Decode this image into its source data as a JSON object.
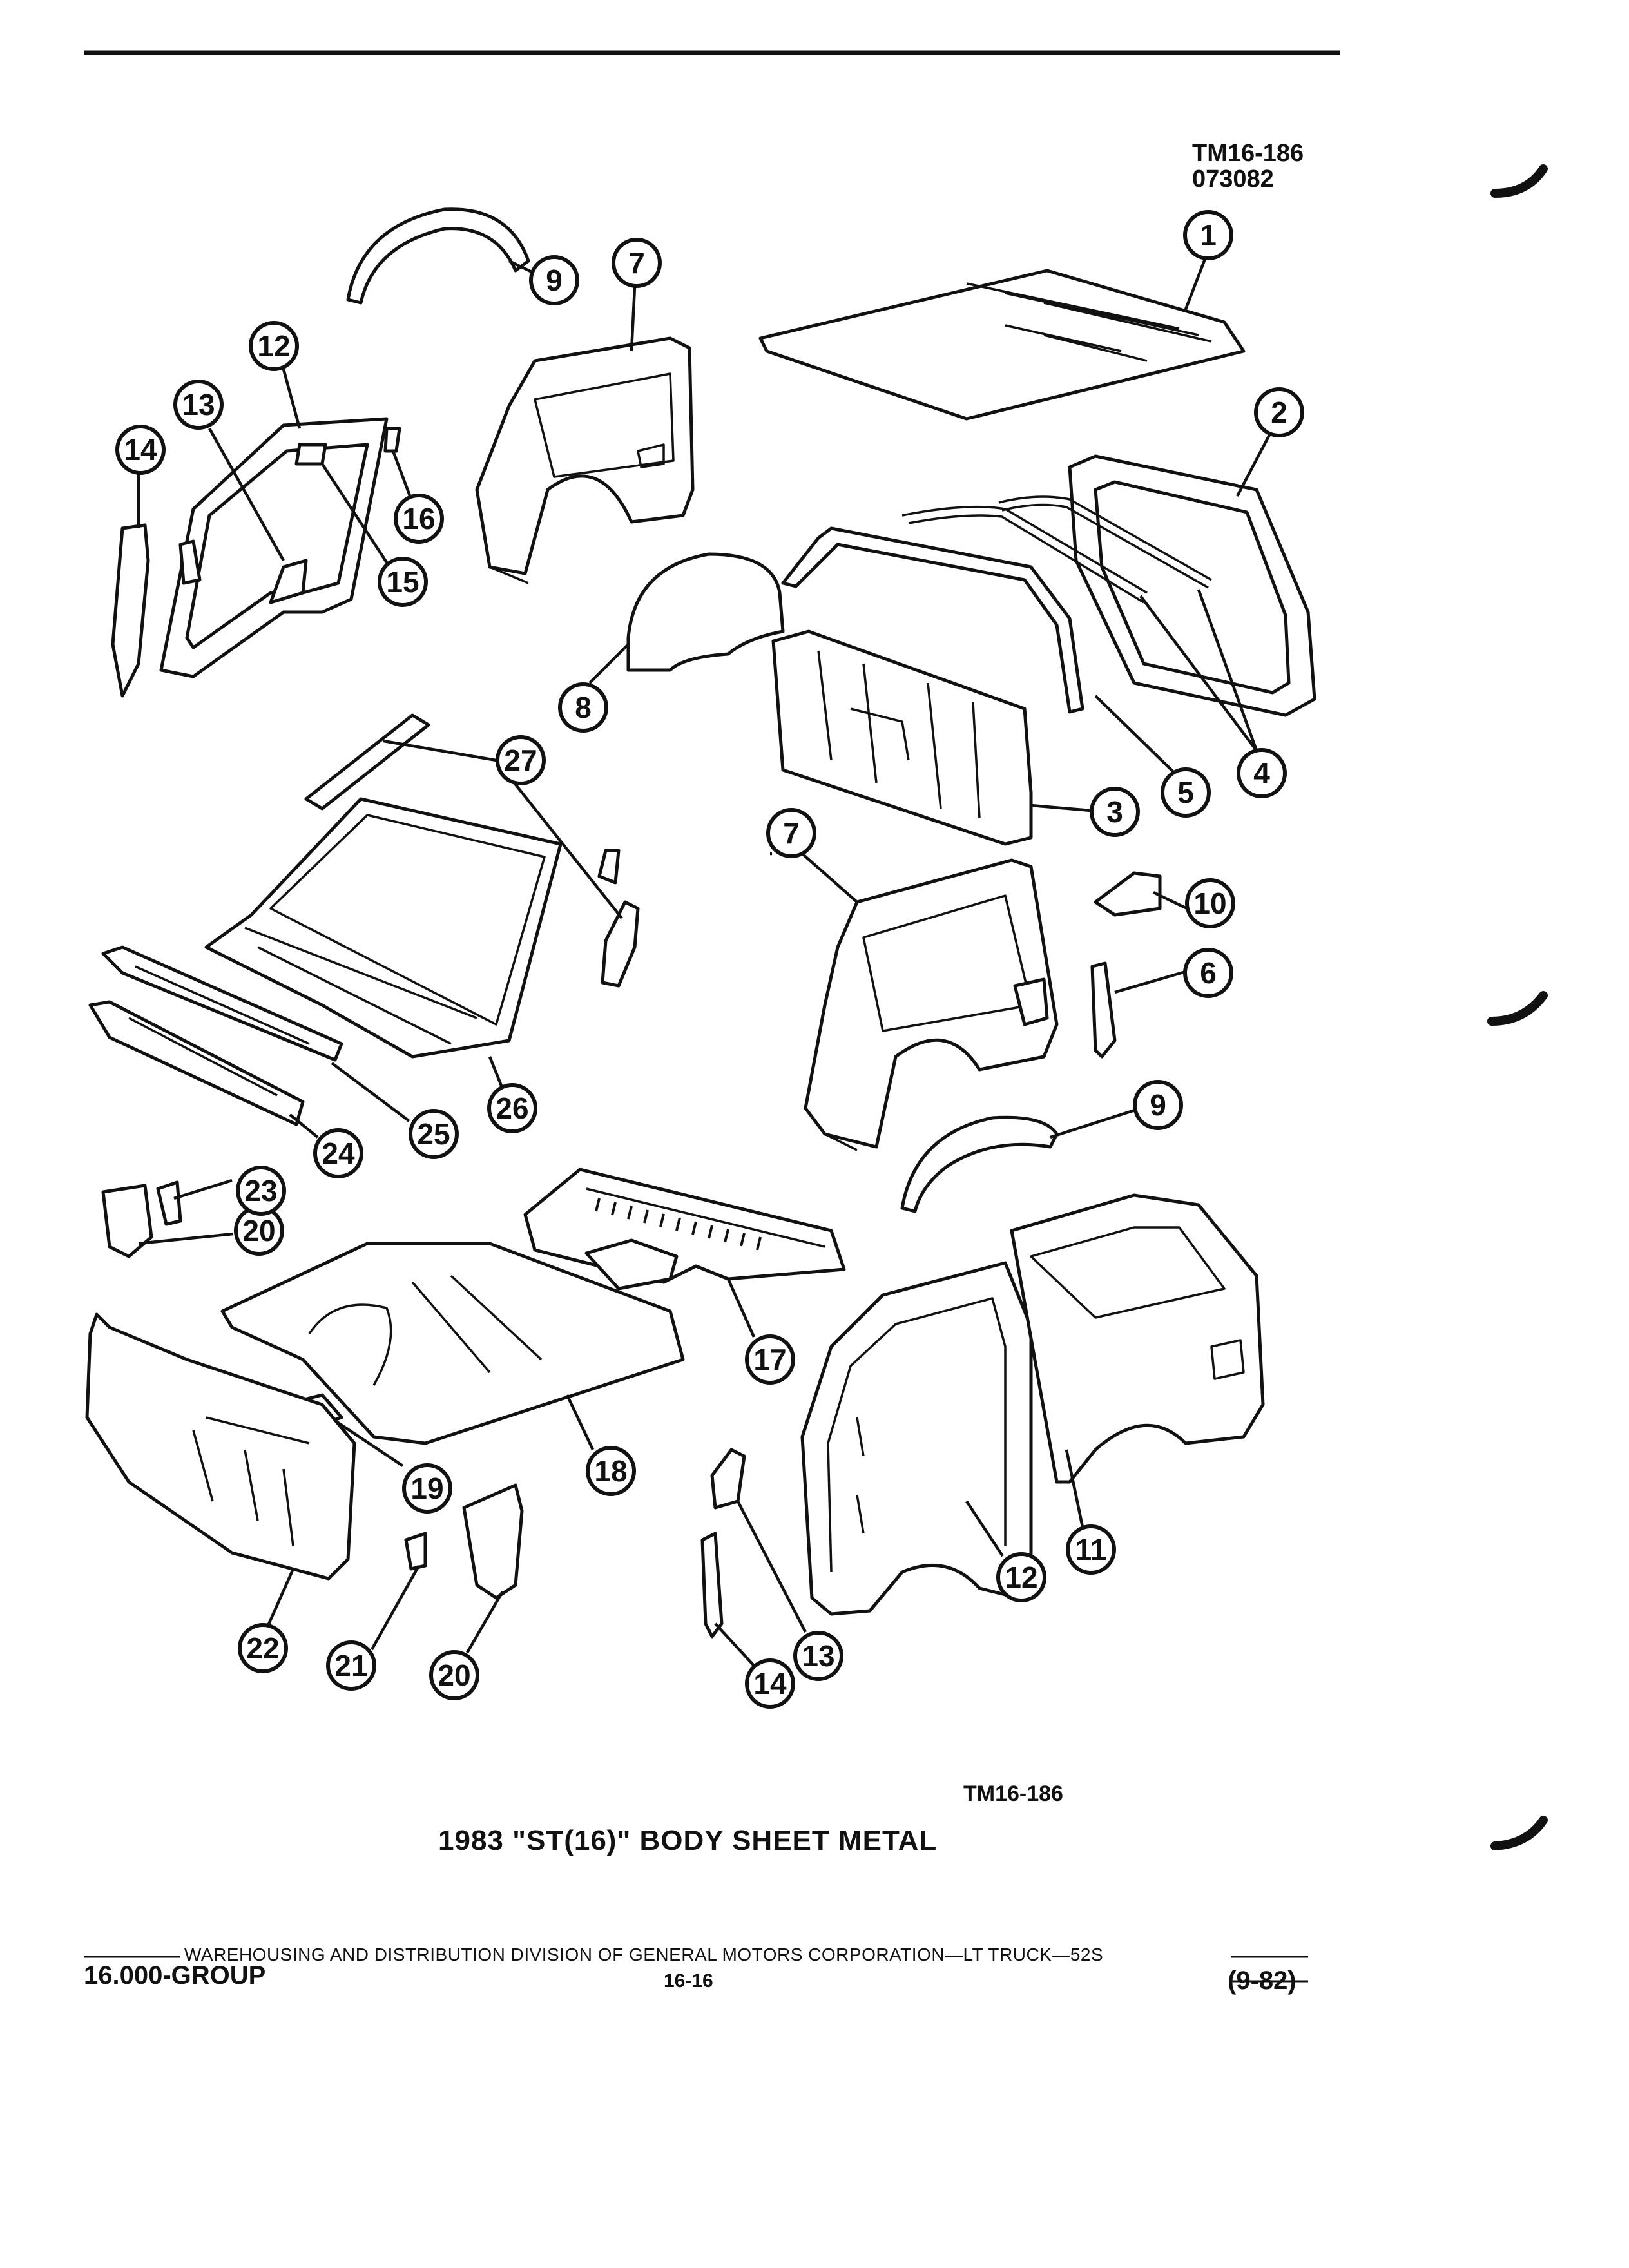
{
  "header": {
    "figure_code": "TM16-186",
    "figure_date": "073082"
  },
  "diagram": {
    "bottom_code": "TM16-186",
    "title": "1983 \"ST(16)\" BODY SHEET METAL",
    "callouts": [
      {
        "id": "c1",
        "label": "1"
      },
      {
        "id": "c2",
        "label": "2"
      },
      {
        "id": "c3",
        "label": "3"
      },
      {
        "id": "c4",
        "label": "4"
      },
      {
        "id": "c5",
        "label": "5"
      },
      {
        "id": "c6",
        "label": "6"
      },
      {
        "id": "c7a",
        "label": "7"
      },
      {
        "id": "c7b",
        "label": "7"
      },
      {
        "id": "c8",
        "label": "8"
      },
      {
        "id": "c9a",
        "label": "9"
      },
      {
        "id": "c9b",
        "label": "9"
      },
      {
        "id": "c10",
        "label": "10"
      },
      {
        "id": "c11",
        "label": "11"
      },
      {
        "id": "c12a",
        "label": "12"
      },
      {
        "id": "c12b",
        "label": "12"
      },
      {
        "id": "c13a",
        "label": "13"
      },
      {
        "id": "c13b",
        "label": "13"
      },
      {
        "id": "c14a",
        "label": "14"
      },
      {
        "id": "c14b",
        "label": "14"
      },
      {
        "id": "c15",
        "label": "15"
      },
      {
        "id": "c16",
        "label": "16"
      },
      {
        "id": "c17",
        "label": "17"
      },
      {
        "id": "c18",
        "label": "18"
      },
      {
        "id": "c19",
        "label": "19"
      },
      {
        "id": "c20a",
        "label": "20"
      },
      {
        "id": "c20b",
        "label": "20"
      },
      {
        "id": "c21",
        "label": "21"
      },
      {
        "id": "c22",
        "label": "22"
      },
      {
        "id": "c23",
        "label": "23"
      },
      {
        "id": "c24",
        "label": "24"
      },
      {
        "id": "c25",
        "label": "25"
      },
      {
        "id": "c26",
        "label": "26"
      },
      {
        "id": "c27",
        "label": "27"
      }
    ]
  },
  "footer": {
    "publisher_line": "WAREHOUSING AND DISTRIBUTION  DIVISION OF GENERAL MOTORS CORPORATION—LT TRUCK—52S",
    "group": "16.000-GROUP",
    "page": "16-16",
    "revision": "(9-82)"
  }
}
